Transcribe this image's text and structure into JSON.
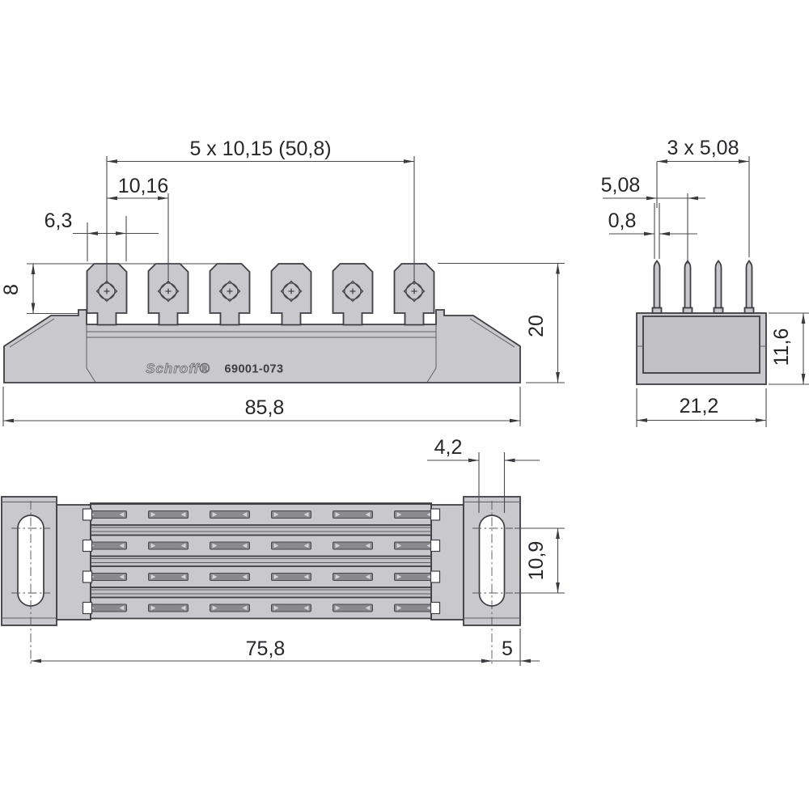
{
  "drawing": {
    "brand": "Schroff®",
    "part_number": "69001-073",
    "front": {
      "dims": {
        "tab_pitch_total": "5 x 10,15 (50,8)",
        "tab_pitch": "10,16",
        "tab_width": "6,3",
        "tab_height": "8",
        "body_height": "20",
        "body_width": "85,8"
      }
    },
    "side": {
      "dims": {
        "pin_span": "3 x 5,08",
        "pin_pitch": "5,08",
        "pin_width": "0,8",
        "body_height": "11,6",
        "body_depth": "21,2"
      }
    },
    "bottom": {
      "dims": {
        "hole_width": "4,2",
        "hole_length": "10,9",
        "hole_span": "75,8",
        "hole_edge_offset": "5"
      }
    },
    "colors": {
      "body_fill": "#c9c9cd",
      "body_recess": "#c2c2c6",
      "slot_fill": "#8a8a8e",
      "outline": "#3e3e43",
      "dimension_line": "#4a4a4f",
      "text": "#27272b",
      "background": "#ffffff"
    }
  }
}
